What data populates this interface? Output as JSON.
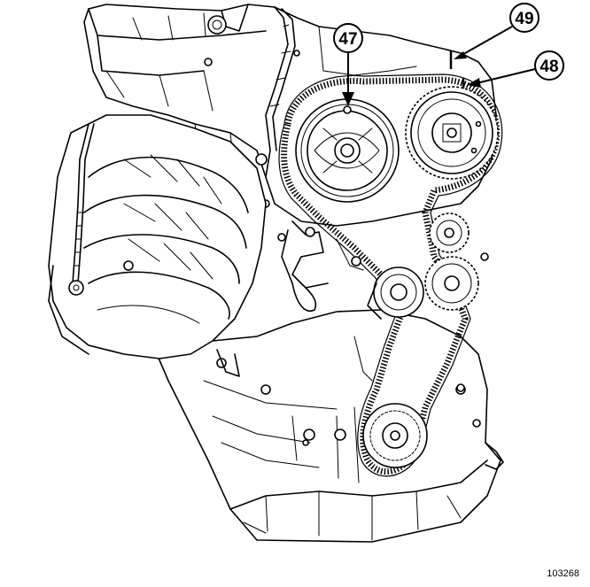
{
  "figure": {
    "reference_number": "103268",
    "callouts": [
      {
        "id": "47",
        "label": "47"
      },
      {
        "id": "48",
        "label": "48"
      },
      {
        "id": "49",
        "label": "49"
      }
    ]
  }
}
